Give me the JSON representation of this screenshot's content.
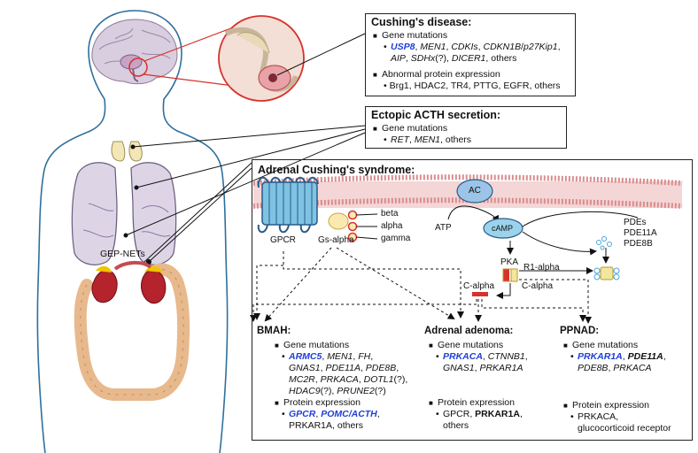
{
  "colors": {
    "highlight": "#1f3fd6",
    "membrane": "#e9b8b8",
    "gpcr": "#7fc3e3",
    "red": "#d8312b"
  },
  "cushing_disease": {
    "title": "Cushing's disease:",
    "gene_label": "Gene mutations",
    "genes": [
      [
        {
          "t": "USP8",
          "s": "blue"
        },
        {
          "t": ", ",
          "s": "n"
        },
        {
          "t": "MEN1",
          "s": "i"
        },
        {
          "t": ", ",
          "s": "n"
        },
        {
          "t": "CDKIs",
          "s": "i"
        },
        {
          "t": ", ",
          "s": "n"
        },
        {
          "t": "CDKN1B",
          "s": "i"
        },
        {
          "t": "/",
          "s": "n"
        },
        {
          "t": "p27Kip1",
          "s": "i"
        },
        {
          "t": ",",
          "s": "n"
        }
      ],
      [
        {
          "t": "AIP",
          "s": "i"
        },
        {
          "t": ", ",
          "s": "n"
        },
        {
          "t": "SDHx",
          "s": "i"
        },
        {
          "t": "(?), ",
          "s": "n"
        },
        {
          "t": "DICER1",
          "s": "i"
        },
        {
          "t": ", others",
          "s": "n"
        }
      ]
    ],
    "protein_label": "Abnormal protein expression",
    "proteins": "Brg1, HDAC2, TR4, PTTG, EGFR, others"
  },
  "ectopic": {
    "title": "Ectopic ACTH secretion:",
    "gene_label": "Gene mutations",
    "genes": [
      [
        {
          "t": "RET",
          "s": "i"
        },
        {
          "t": ", ",
          "s": "n"
        },
        {
          "t": "MEN1",
          "s": "i"
        },
        {
          "t": ", others",
          "s": "n"
        }
      ]
    ]
  },
  "adrenal": {
    "title": "Adrenal Cushing's syndrome:",
    "labels": {
      "ac": "AC",
      "atp": "ATP",
      "camp": "cAMP",
      "pka": "PKA",
      "pdes": "PDEs",
      "pde11a": "PDE11A",
      "pde8b": "PDE8B",
      "r1alpha": "R1-alpha",
      "calpha1": "C-alpha",
      "calpha2": "C-alpha",
      "gpcr": "GPCR",
      "gsalpha": "Gs-alpha",
      "beta": "beta",
      "alpha": "alpha",
      "gamma": "gamma"
    },
    "bmah": {
      "title": "BMAH:",
      "gene_label": "Gene mutations",
      "genes": [
        [
          {
            "t": "ARMC5",
            "s": "blue"
          },
          {
            "t": ", ",
            "s": "n"
          },
          {
            "t": "MEN1",
            "s": "i"
          },
          {
            "t": ", ",
            "s": "n"
          },
          {
            "t": "FH",
            "s": "i"
          },
          {
            "t": ",",
            "s": "n"
          }
        ],
        [
          {
            "t": "GNAS1",
            "s": "i"
          },
          {
            "t": ", ",
            "s": "n"
          },
          {
            "t": "PDE11A",
            "s": "i"
          },
          {
            "t": ", ",
            "s": "n"
          },
          {
            "t": "PDE8B",
            "s": "i"
          },
          {
            "t": ",",
            "s": "n"
          }
        ],
        [
          {
            "t": "MC2R",
            "s": "i"
          },
          {
            "t": ", ",
            "s": "n"
          },
          {
            "t": "PRKACA",
            "s": "i"
          },
          {
            "t": ", ",
            "s": "n"
          },
          {
            "t": "DOTL1",
            "s": "i"
          },
          {
            "t": "(?),",
            "s": "n"
          }
        ],
        [
          {
            "t": "HDAC9",
            "s": "i"
          },
          {
            "t": "(?), ",
            "s": "n"
          },
          {
            "t": "PRUNE2",
            "s": "i"
          },
          {
            "t": "(?)",
            "s": "n"
          }
        ]
      ],
      "protein_label": "Protein expression",
      "proteins": [
        [
          {
            "t": "GPCR",
            "s": "blue"
          },
          {
            "t": ", ",
            "s": "n"
          },
          {
            "t": "POMC/ACTH",
            "s": "blue"
          },
          {
            "t": ",",
            "s": "n"
          }
        ],
        [
          {
            "t": "PRKAR1A, others",
            "s": "n"
          }
        ]
      ]
    },
    "adenoma": {
      "title": "Adrenal adenoma:",
      "gene_label": "Gene mutations",
      "genes": [
        [
          {
            "t": "PRKACA",
            "s": "blue"
          },
          {
            "t": ", ",
            "s": "n"
          },
          {
            "t": "CTNNB1",
            "s": "i"
          },
          {
            "t": ",",
            "s": "n"
          }
        ],
        [
          {
            "t": "GNAS1",
            "s": "i"
          },
          {
            "t": ", ",
            "s": "n"
          },
          {
            "t": "PRKAR1A",
            "s": "i"
          }
        ]
      ],
      "protein_label": "Protein expression",
      "proteins": [
        [
          {
            "t": "GPCR, ",
            "s": "n"
          },
          {
            "t": "PRKAR1A",
            "s": "b"
          },
          {
            "t": ",",
            "s": "n"
          }
        ],
        [
          {
            "t": "others",
            "s": "n"
          }
        ]
      ]
    },
    "ppnad": {
      "title": "PPNAD:",
      "gene_label": "Gene mutations",
      "genes": [
        [
          {
            "t": "PRKAR1A",
            "s": "blue"
          },
          {
            "t": ", ",
            "s": "n"
          },
          {
            "t": "PDE11A",
            "s": "bi"
          },
          {
            "t": ",",
            "s": "n"
          }
        ],
        [
          {
            "t": "PDE8B",
            "s": "i"
          },
          {
            "t": ", ",
            "s": "n"
          },
          {
            "t": "PRKACA",
            "s": "i"
          }
        ]
      ],
      "protein_label": "Protein expression",
      "proteins": [
        [
          {
            "t": "PRKACA,",
            "s": "n"
          }
        ],
        [
          {
            "t": "glucocorticoid receptor",
            "s": "n"
          }
        ]
      ]
    }
  },
  "body_label": "GEP-NETs"
}
